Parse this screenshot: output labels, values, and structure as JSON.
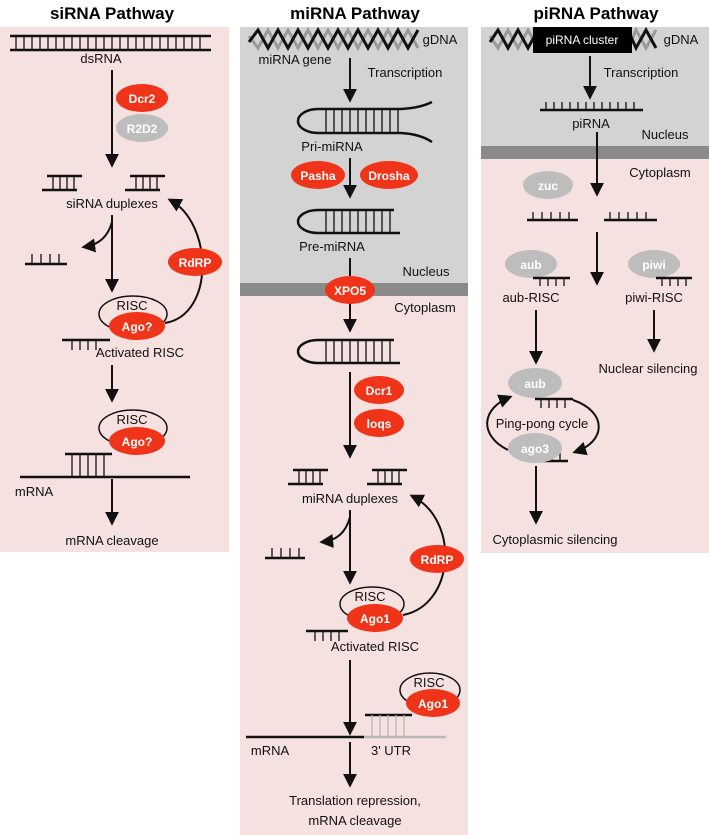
{
  "colors": {
    "cytoplasm_bg": "#f6e1e1",
    "nucleus_bg": "#d3d3d3",
    "membrane": "#8a8a8a",
    "enzyme_red": "#f0341a",
    "enzyme_gray": "#bdbdbd",
    "strand_black": "#111111",
    "strand_gray": "#9a9a9a"
  },
  "sirna": {
    "title": "siRNA Pathway",
    "dsrna": "dsRNA",
    "dcr2": "Dcr2",
    "r2d2": "R2D2",
    "duplexes": "siRNA duplexes",
    "rdrp": "RdRP",
    "risc_1": "RISC",
    "ago_1": "Ago?",
    "activated": "Activated RISC",
    "risc_2": "RISC",
    "ago_2": "Ago?",
    "mrna": "mRNA",
    "outcome": "mRNA cleavage"
  },
  "mirna": {
    "title": "miRNA Pathway",
    "gdna": "gDNA",
    "gene": "miRNA gene",
    "transcription": "Transcription",
    "pri": "Pri-miRNA",
    "pasha": "Pasha",
    "drosha": "Drosha",
    "pre": "Pre-miRNA",
    "nucleus": "Nucleus",
    "xpo5": "XPO5",
    "cytoplasm": "Cytoplasm",
    "dcr1": "Dcr1",
    "loqs": "loqs",
    "duplexes": "miRNA duplexes",
    "rdrp": "RdRP",
    "risc_1": "RISC",
    "ago1_1": "Ago1",
    "activated": "Activated RISC",
    "risc_2": "RISC",
    "ago1_2": "Ago1",
    "mrna": "mRNA",
    "utr": "3' UTR",
    "outcome_1": "Translation repression,",
    "outcome_2": "mRNA cleavage"
  },
  "pirna": {
    "title": "piRNA Pathway",
    "cluster": "piRNA cluster",
    "gdna": "gDNA",
    "transcription": "Transcription",
    "pirna": "piRNA",
    "nucleus": "Nucleus",
    "cytoplasm": "Cytoplasm",
    "zuc": "zuc",
    "aub": "aub",
    "piwi": "piwi",
    "aub_risc": "aub-RISC",
    "piwi_risc": "piwi-RISC",
    "nuclear": "Nuclear silencing",
    "aub_2": "aub",
    "pingpong": "Ping-pong cycle",
    "ago3": "ago3",
    "cyto_silencing": "Cytoplasmic silencing"
  }
}
